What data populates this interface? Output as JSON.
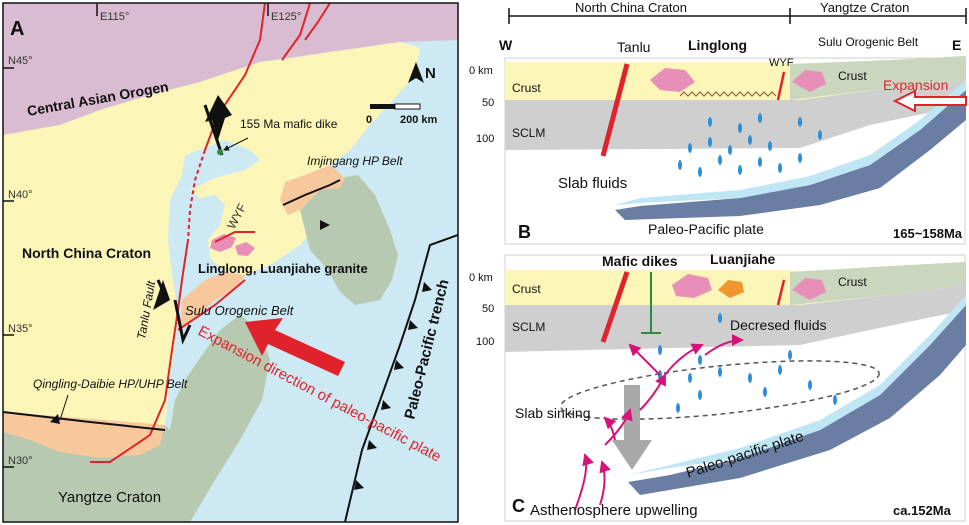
{
  "panel_a": {
    "label": "A",
    "lon_labels": [
      "E115°",
      "E125°"
    ],
    "lat_labels": [
      "N45°",
      "N40°",
      "N35°",
      "N30°"
    ],
    "north": "N",
    "scale": {
      "zero": "0",
      "dist": "200 km"
    },
    "regions": {
      "central_asian": "Central Asian Orogen",
      "north_china": "North China Craton",
      "yangtze": "Yangtze Craton"
    },
    "labels": {
      "dike": "155 Ma mafic dike",
      "imjingang": "Imjingang HP Belt",
      "wyf": "WYF",
      "granite": "Linglong, Luanjiahe granite",
      "tanlu_fault": "Tanlu Fault",
      "sulu": "Sulu Orogenic Belt",
      "qinling": "Qingling-Daibie HP/UHP Belt",
      "trench": "Paleo-Pacific trench",
      "expansion": "Expansion direction of paleo-pacific plate"
    }
  },
  "panel_b": {
    "label": "B",
    "age": "165~158Ma",
    "header_left": "North China Craton",
    "header_right": "Yangtze Craton",
    "west": "W",
    "east": "E",
    "depths": [
      "0 km",
      "50",
      "100"
    ],
    "crust": "Crust",
    "crust_right": "Crust",
    "sclm": "SCLM",
    "tanlu": "Tanlu",
    "linglong": "Linglong",
    "wyf": "WYF",
    "sulu": "Sulu Orogenic Belt",
    "expansion": "Expansion",
    "slab_fluids": "Slab fluids",
    "plate": "Paleo-Pacific plate"
  },
  "panel_c": {
    "label": "C",
    "age": "ca.152Ma",
    "depths": [
      "0 km",
      "50",
      "100"
    ],
    "crust": "Crust",
    "crust_right": "Crust",
    "sclm": "SCLM",
    "mafic": "Mafic dikes",
    "luanjiahe": "Luanjiahe",
    "fluids": "Decresed fluids",
    "sinking": "Slab sinking",
    "plate": "Paleo-pacific plate",
    "upwelling": "Asthenosphere upwelling"
  }
}
